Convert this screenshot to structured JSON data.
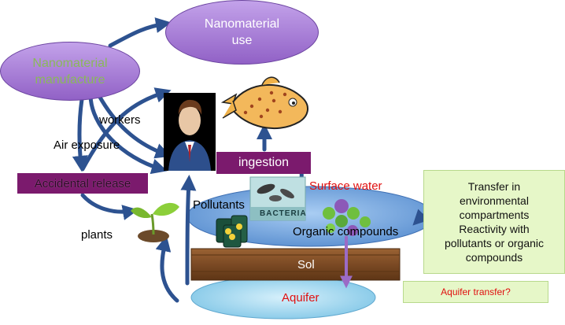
{
  "nodes": {
    "use": "Nanomaterial\nuse",
    "manufacture": "Nanomaterial\nmanufacture",
    "accidental": "Accidental release",
    "ingestion": "ingestion",
    "surface_water": "Surface water",
    "sol": "Sol",
    "aquifer": "Aquifer",
    "aquifer_transfer": "Aquifer transfer?",
    "organic": "Organic compounds",
    "pollutants": "Pollutants",
    "bacteria": "BACTERIA",
    "transfer_note": "Transfer in\nenvironmental\ncompartments\nReactivity with\npollutants or organic\ncompounds"
  },
  "labels": {
    "workers": "workers",
    "air": "Air exposure",
    "plants": "plants"
  },
  "colors": {
    "purple_ellipse": "#a57fd2",
    "dark_purple_box": "#7b1a6d",
    "arrow": "#2d5290",
    "water": "#82b0e4",
    "soil": "#7b4a24",
    "note_green": "#e6f7c8",
    "red_text": "#e01010"
  },
  "icons": [
    "person-icon",
    "fish-icon",
    "plant-icon",
    "barrels-icon",
    "bacteria-icon",
    "molecule-icon"
  ]
}
